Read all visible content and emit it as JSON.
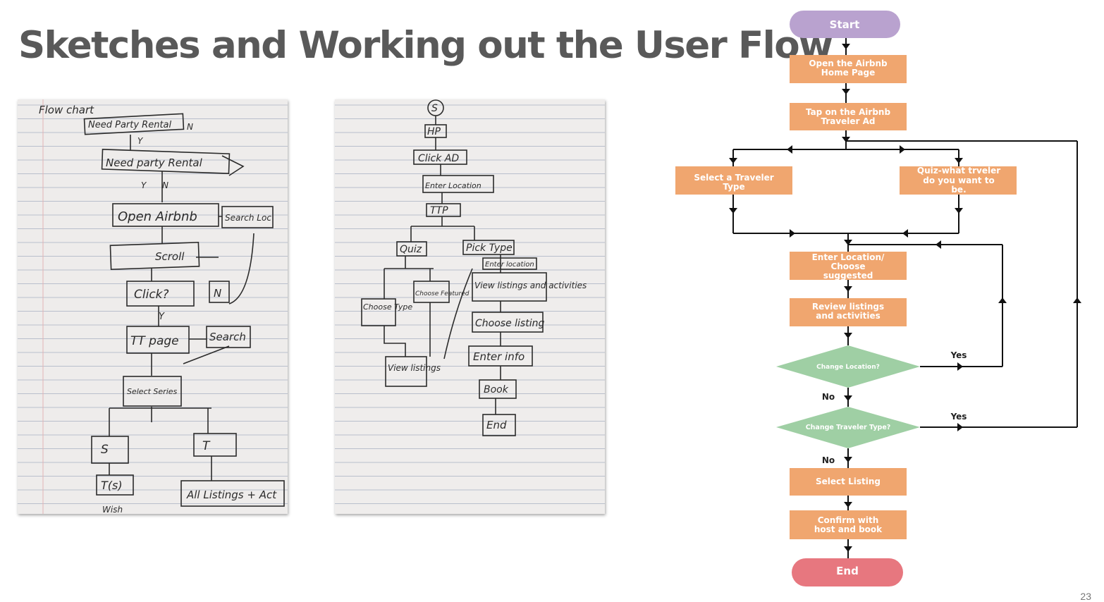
{
  "slide": {
    "title": "Sketches and Working out the User Flow",
    "page_number": "23"
  },
  "sketch_left": {
    "texts": [
      "Flow chart",
      "Need Party Rental",
      "Y",
      "N",
      "Need party Rental",
      "Y",
      "N",
      "Open Airbnb",
      "Search Loc",
      "Scroll",
      "Click?",
      "N",
      "Y",
      "TT page",
      "Search",
      "Select Series",
      "S",
      "T",
      "T(s)",
      "All Listings + Act",
      "Wish"
    ]
  },
  "sketch_right": {
    "texts": [
      "S",
      "HP",
      "Click AD",
      "Enter Location",
      "TTP",
      "Quiz",
      "Pick Type",
      "Enter location",
      "Choose Type",
      "Choose Featured",
      "View listings and activities",
      "Choose listing",
      "View listings",
      "Enter info",
      "Book",
      "End"
    ]
  },
  "flowchart": {
    "start": "Start",
    "end": "End",
    "steps": {
      "open_home": "Open the Airbnb Home Page",
      "tap_ad": "Tap on the Airbnb Traveler Ad",
      "select_type": "Select a Traveler Type",
      "quiz": "Quiz-what trveler do you want to be.",
      "enter_location": "Enter Location/ Choose suggested",
      "review": "Review listings and activities",
      "select_listing": "Select Listing",
      "confirm": "Confirm with host and book"
    },
    "decisions": {
      "change_location": "Change Location?",
      "change_type": "Change Traveler Type?"
    },
    "labels": {
      "yes": "Yes",
      "no": "No"
    },
    "colors": {
      "start": "#b9a2cf",
      "end": "#e7777f",
      "step": "#f0a66f",
      "decision": "#9fcfa4",
      "line": "#111111"
    }
  }
}
